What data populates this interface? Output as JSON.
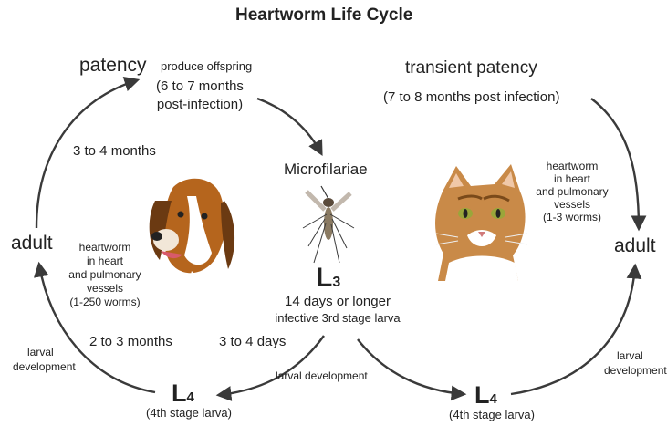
{
  "title": "Heartworm Life Cycle",
  "dog_side": {
    "patency_label": "patency",
    "patency_detail": "produce offspring",
    "patency_time_line1": "(6 to 7 months",
    "patency_time_line2": "post-infection)",
    "adult_to_patency": "3 to 4 months",
    "adult_label": "adult",
    "heartworm_lines": [
      "heartworm",
      "in heart",
      "and pulmonary",
      "vessels",
      "(1-250 worms)"
    ],
    "l4_to_adult_line1": "larval",
    "l4_to_adult_line2": "development",
    "l4_to_adult_time": "2 to 3 months",
    "l3_to_l4_time": "3 to 4 days",
    "l4_label": "L",
    "l4_sub": "4",
    "l4_desc": "(4th stage larva)"
  },
  "center": {
    "microfilariae": "Microfilariae",
    "l3_label": "L",
    "l3_sub": "3",
    "l3_time": "14 days or longer",
    "l3_desc": "infective 3rd stage larva",
    "larval_development": "larval development"
  },
  "cat_side": {
    "patency_label": "transient patency",
    "patency_time": "(7 to 8 months post infection)",
    "heartworm_lines": [
      "heartworm",
      "in heart",
      "and pulmonary",
      "vessels",
      "(1-3 worms)"
    ],
    "adult_label": "adult",
    "l4_to_adult_line1": "larval",
    "l4_to_adult_line2": "development",
    "l4_label": "L",
    "l4_sub": "4",
    "l4_desc": "(4th stage larva)"
  },
  "colors": {
    "arrow": "#3a3a3a",
    "text": "#222222",
    "dog_tan": "#b5651d",
    "cat_orange": "#c98a48"
  },
  "icons": [
    "dog-illustration",
    "mosquito-illustration",
    "cat-illustration"
  ]
}
